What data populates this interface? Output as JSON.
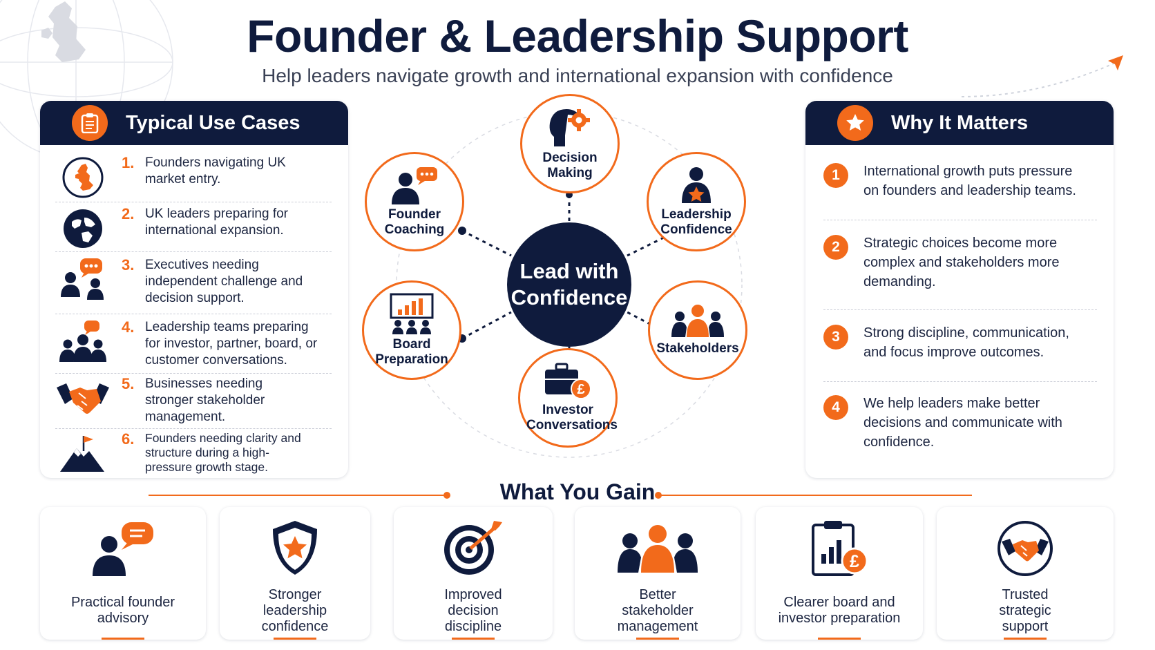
{
  "header": {
    "title": "Founder & Leadership Support",
    "subtitle": "Help leaders navigate growth and international expansion with confidence"
  },
  "colors": {
    "navy": "#0f1b3d",
    "accent": "#f26a1b"
  },
  "use_cases": {
    "title": "Typical Use Cases",
    "icon": "clipboard-icon",
    "items": [
      {
        "number": "1.",
        "text": "Founders navigating UK market entry.",
        "icon": "uk-map-icon"
      },
      {
        "number": "2.",
        "text": "UK leaders preparing for international expansion.",
        "icon": "globe-icon"
      },
      {
        "number": "3.",
        "text": "Executives needing independent challenge and decision support.",
        "icon": "people-chat-icon"
      },
      {
        "number": "4.",
        "text": "Leadership teams preparing for investor, partner, board, or customer conversations.",
        "icon": "team-chat-icon"
      },
      {
        "number": "5.",
        "text": "Businesses needing stronger stakeholder management.",
        "icon": "handshake-icon"
      },
      {
        "number": "6.",
        "text": "Founders needing clarity and structure during a high-pressure growth stage.",
        "icon": "mountain-flag-icon"
      }
    ]
  },
  "hub": {
    "center": "Lead with Confidence",
    "nodes": [
      {
        "label": "Decision Making",
        "icon": "head-gear-icon"
      },
      {
        "label": "Leadership Confidence",
        "icon": "leader-star-icon"
      },
      {
        "label": "Stakeholders",
        "icon": "group-icon"
      },
      {
        "label": "Investor Conversations",
        "icon": "briefcase-pound-icon"
      },
      {
        "label": "Board Preparation",
        "icon": "presentation-board-icon"
      },
      {
        "label": "Founder Coaching",
        "icon": "person-chat-icon"
      }
    ]
  },
  "why": {
    "title": "Why It Matters",
    "icon": "star-icon",
    "items": [
      {
        "number": "1",
        "text": "International growth puts pressure on founders and leadership teams."
      },
      {
        "number": "2",
        "text": "Strategic choices become more complex and stakeholders more demanding."
      },
      {
        "number": "3",
        "text": "Strong discipline, communication, and focus improve outcomes."
      },
      {
        "number": "4",
        "text": "We help leaders make better decisions and communicate with confidence."
      }
    ]
  },
  "gains": {
    "title": "What You Gain",
    "items": [
      {
        "text": "Practical founder advisory",
        "icon": "advisor-chat-icon"
      },
      {
        "text": "Stronger leadership confidence",
        "icon": "shield-star-icon"
      },
      {
        "text": "Improved decision discipline",
        "icon": "target-icon"
      },
      {
        "text": "Better stakeholder management",
        "icon": "stakeholder-group-icon"
      },
      {
        "text": "Clearer board and investor preparation",
        "icon": "report-pound-icon"
      },
      {
        "text": "Trusted strategic support",
        "icon": "handshake-circle-icon"
      }
    ]
  }
}
